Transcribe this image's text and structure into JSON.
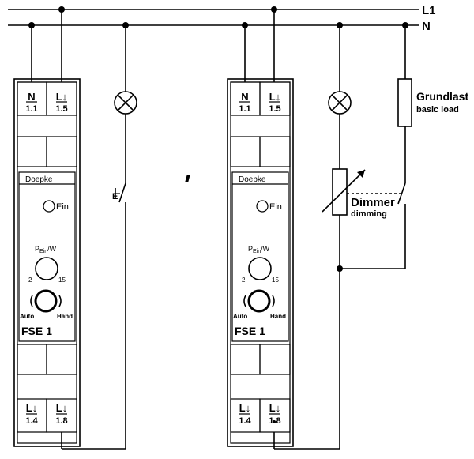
{
  "lines": {
    "l1": "L1",
    "n": "N"
  },
  "brand": "Doepke",
  "devices": [
    {
      "top_terminals": [
        {
          "label": "N",
          "number": "1.1"
        },
        {
          "label": "L↓",
          "number": "1.5"
        }
      ],
      "bottom_terminals": [
        {
          "label": "L↓",
          "number": "1.4"
        },
        {
          "label": "L↓",
          "number": "1.8"
        }
      ],
      "led_label": "Ein",
      "knob_label_main": "P",
      "knob_label_sub": "Ein",
      "knob_label_unit": "/W",
      "knob_min": "2",
      "knob_max": "15",
      "mode_left": "Auto",
      "mode_right": "Hand",
      "model": "FSE 1"
    },
    {
      "top_terminals": [
        {
          "label": "N",
          "number": "1.1"
        },
        {
          "label": "L↓",
          "number": "1.5"
        }
      ],
      "bottom_terminals": [
        {
          "label": "L↓",
          "number": "1.4"
        },
        {
          "label": "L↓",
          "number": "1.8"
        }
      ],
      "led_label": "Ein",
      "knob_label_main": "P",
      "knob_label_sub": "Ein",
      "knob_label_unit": "/W",
      "knob_min": "2",
      "knob_max": "15",
      "mode_left": "Auto",
      "mode_right": "Hand",
      "model": "FSE 1"
    }
  ],
  "switch_label": "E",
  "basic_load": {
    "title": "Grundlast",
    "subtitle": "basic load"
  },
  "dimmer": {
    "title": "Dimmer",
    "subtitle": "dimming"
  }
}
